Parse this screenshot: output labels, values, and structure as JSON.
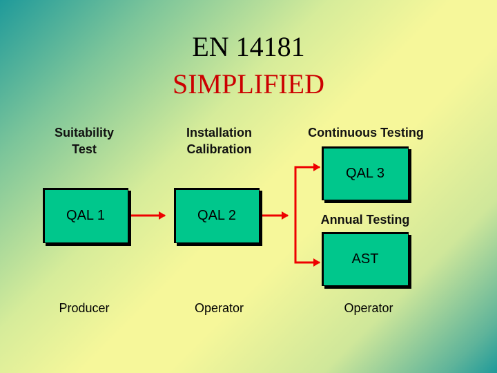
{
  "title": {
    "line1": "EN 14181",
    "line2": "SIMPLIFIED"
  },
  "headers": {
    "suitability": [
      "Suitability",
      "Test"
    ],
    "installation": [
      "Installation",
      "Calibration"
    ],
    "continuous": "Continuous Testing"
  },
  "boxes": {
    "qal1": "QAL 1",
    "qal2": "QAL 2",
    "qal3": "QAL 3",
    "annual": "Annual Testing",
    "ast": "AST"
  },
  "footers": {
    "producer": "Producer",
    "operator1": "Operator",
    "operator2": "Operator"
  },
  "colors": {
    "box_fill": "#00c78c",
    "arrow": "#ee0000",
    "title_accent": "#cc0000"
  }
}
